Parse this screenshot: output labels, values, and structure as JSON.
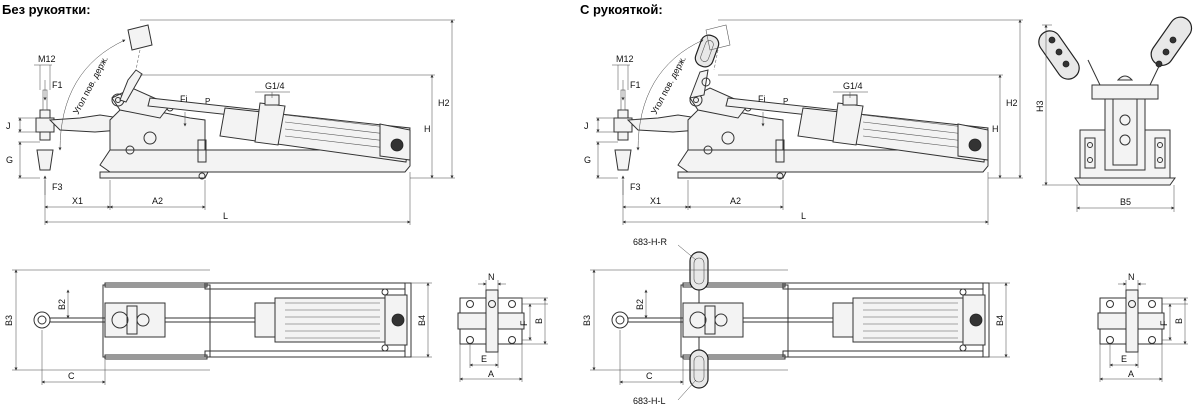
{
  "titles": {
    "left": "Без рукоятки:",
    "right": "С рукояткой:"
  },
  "labels": {
    "M12": "M12",
    "F1": "F1",
    "F3": "F3",
    "Fi": "Fi",
    "P": "P",
    "G14": "G1/4",
    "J": "J",
    "G": "G",
    "H": "H",
    "H2": "H2",
    "H3": "H3",
    "X1": "X1",
    "A2": "A2",
    "L": "L",
    "B5": "B5",
    "B2": "B2",
    "B3": "B3",
    "B4": "B4",
    "C": "C",
    "N": "N",
    "F": "F",
    "B": "B",
    "E": "E",
    "A": "A",
    "angle": "Угол пов. держ.",
    "handleR": "683-H-R",
    "handleL": "683-H-L"
  }
}
